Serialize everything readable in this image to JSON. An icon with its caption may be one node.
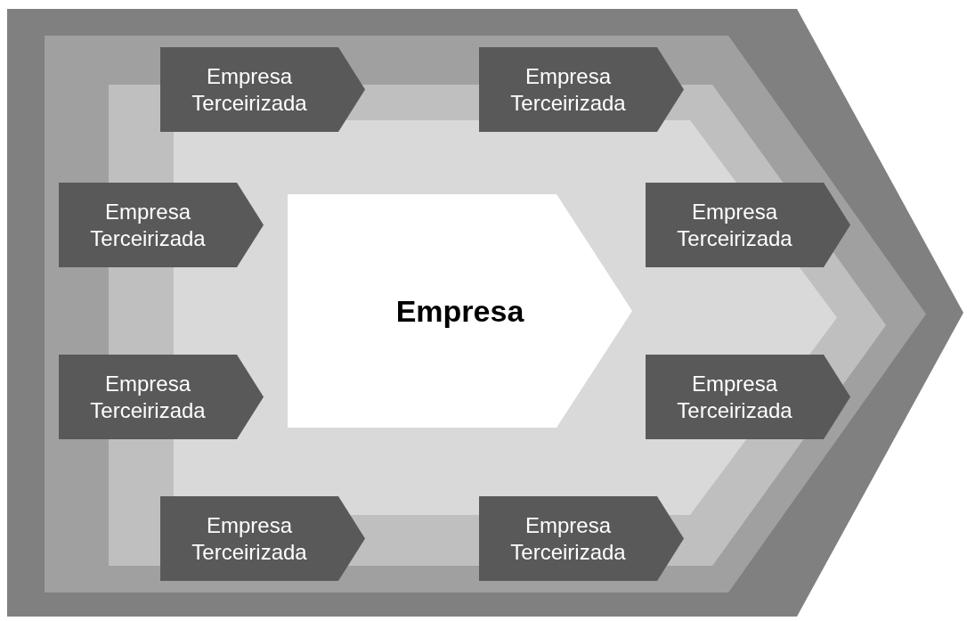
{
  "diagram": {
    "nodes": [
      {
        "text": [],
        "shape": "chevron"
      },
      {
        "text": [],
        "shape": "chevron",
        "in": 0
      },
      {
        "text": [],
        "shape": "chevron",
        "in": 1
      },
      {
        "text": [],
        "shape": "chevron",
        "in": 2
      },
      {
        "text": [
          "Empresa"
        ],
        "in": 3
      },
      {
        "text": [
          "Empresa Terceirizada"
        ],
        "in": 1
      },
      {
        "text": [
          "Empresa Terceirizada"
        ],
        "in": 1
      },
      {
        "text": [
          "Empresa Terceirizada"
        ],
        "in": 1
      },
      {
        "text": [
          "Empresa Terceirizada"
        ],
        "in": 2
      },
      {
        "text": [
          "Empresa Terceirizada"
        ],
        "in": 1
      },
      {
        "text": [
          "Empresa Terceirizada"
        ],
        "in": 2
      },
      {
        "text": [
          "Empresa Terceirizada"
        ],
        "in": 1
      },
      {
        "text": [
          "Empresa Terceirizada"
        ],
        "in": 1
      }
    ],
    "edges": []
  }
}
